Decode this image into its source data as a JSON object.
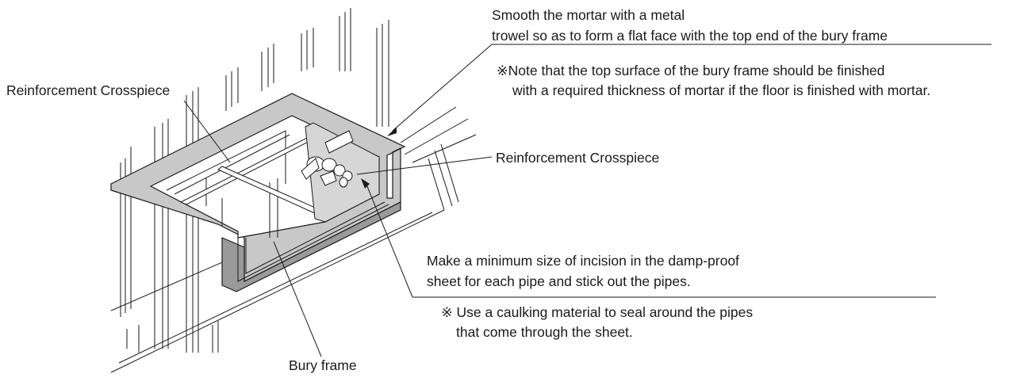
{
  "labels": {
    "reinforcement_left": "Reinforcement Crosspiece",
    "reinforcement_right": "Reinforcement Crosspiece",
    "bury_frame": "Bury frame"
  },
  "notes": {
    "smooth_line1": "Smooth the mortar with a metal",
    "smooth_line2": "trowel so as to form a flat face with the top end of the bury frame",
    "note_line1": "※Note that the top surface of the bury frame should be finished",
    "note_line2": "with a required thickness of mortar if the floor is finished with mortar.",
    "incision_line1": "Make a minimum size of incision in the damp-proof",
    "incision_line2": "sheet for each pipe and stick out the pipes.",
    "caulk_line1": "※ Use a caulking material to seal around the pipes",
    "caulk_line2": "that come through the sheet."
  },
  "colors": {
    "line": "#1a1a1a",
    "frame_top": "#c8c8c8",
    "frame_side": "#9a9a9a",
    "sheet": "#d6d6d6",
    "background": "#ffffff"
  }
}
